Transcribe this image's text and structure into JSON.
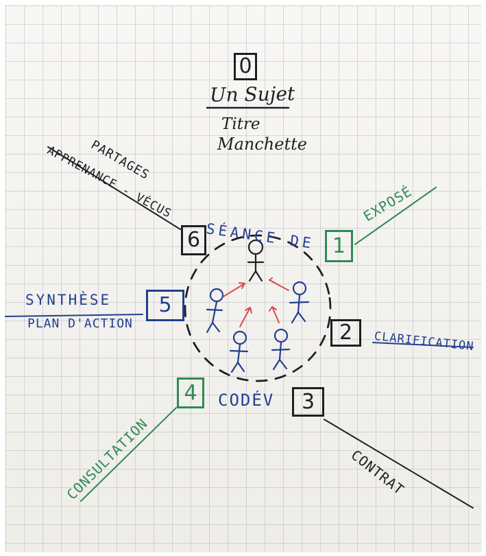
{
  "colors": {
    "black": "#1f1f24",
    "blue": "#223f90",
    "green": "#2e8a54",
    "red": "#d94b4b"
  },
  "center": {
    "number": "0",
    "subject": "Un Sujet",
    "title": "Titre",
    "subtitle": "Manchette"
  },
  "circle_label": {
    "top": "SÉANCE DE",
    "bottom": "CODÉV"
  },
  "stages": [
    {
      "number": "1",
      "label": "EXPOSÉ"
    },
    {
      "number": "2",
      "label": "CLARIFICATION"
    },
    {
      "number": "3",
      "label": "CONTRAT"
    },
    {
      "number": "4",
      "label": "CONSULTATION"
    },
    {
      "number": "5",
      "label_line1": "SYNTHÈSE",
      "label_line2": "PLAN D'ACTION"
    },
    {
      "number": "6",
      "label_line1": "PARTAGES",
      "label_line2": "APPRENANCE - VÉCUS"
    }
  ]
}
